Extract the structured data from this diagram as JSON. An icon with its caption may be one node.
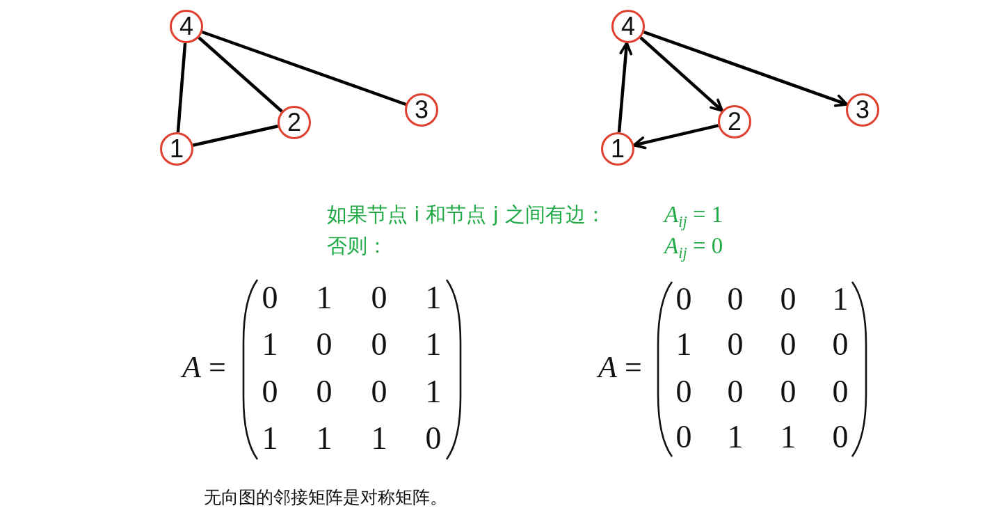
{
  "diagram": {
    "nodes": [
      {
        "text": [
          "4"
        ]
      },
      {
        "text": [
          "2"
        ]
      },
      {
        "text": [
          "3"
        ]
      },
      {
        "text": [
          "1"
        ]
      },
      {
        "text": [
          "4"
        ]
      },
      {
        "text": [
          "2"
        ]
      },
      {
        "text": [
          "3"
        ]
      },
      {
        "text": [
          "1"
        ]
      }
    ],
    "edges": [
      {
        "from": 0,
        "to": 3,
        "arrow": "none"
      },
      {
        "from": 0,
        "to": 1,
        "arrow": "none"
      },
      {
        "from": 0,
        "to": 2,
        "arrow": "none"
      },
      {
        "from": 3,
        "to": 1,
        "arrow": "none"
      },
      {
        "from": 7,
        "to": 4,
        "arrow": "to"
      },
      {
        "from": 4,
        "to": 5,
        "arrow": "to"
      },
      {
        "from": 4,
        "to": 6,
        "arrow": "to"
      },
      {
        "from": 5,
        "to": 7,
        "arrow": "to"
      }
    ],
    "labels": [
      "如果节点 i 和节点 j 之间有边：",
      "*A*$_{ij}$ = 1",
      "否则：",
      "*A*$_{ij}$ = 0",
      "*A* =",
      "0",
      "1",
      "0",
      "1",
      "1",
      "0",
      "0",
      "1",
      "0",
      "0",
      "0",
      "1",
      "1",
      "1",
      "1",
      "0",
      "*A* =",
      "0",
      "0",
      "0",
      "1",
      "1",
      "0",
      "0",
      "0",
      "0",
      "0",
      "0",
      "0",
      "0",
      "1",
      "1",
      "0"
    ],
    "caption": "无向图的邻接矩阵是对称矩阵。"
  }
}
